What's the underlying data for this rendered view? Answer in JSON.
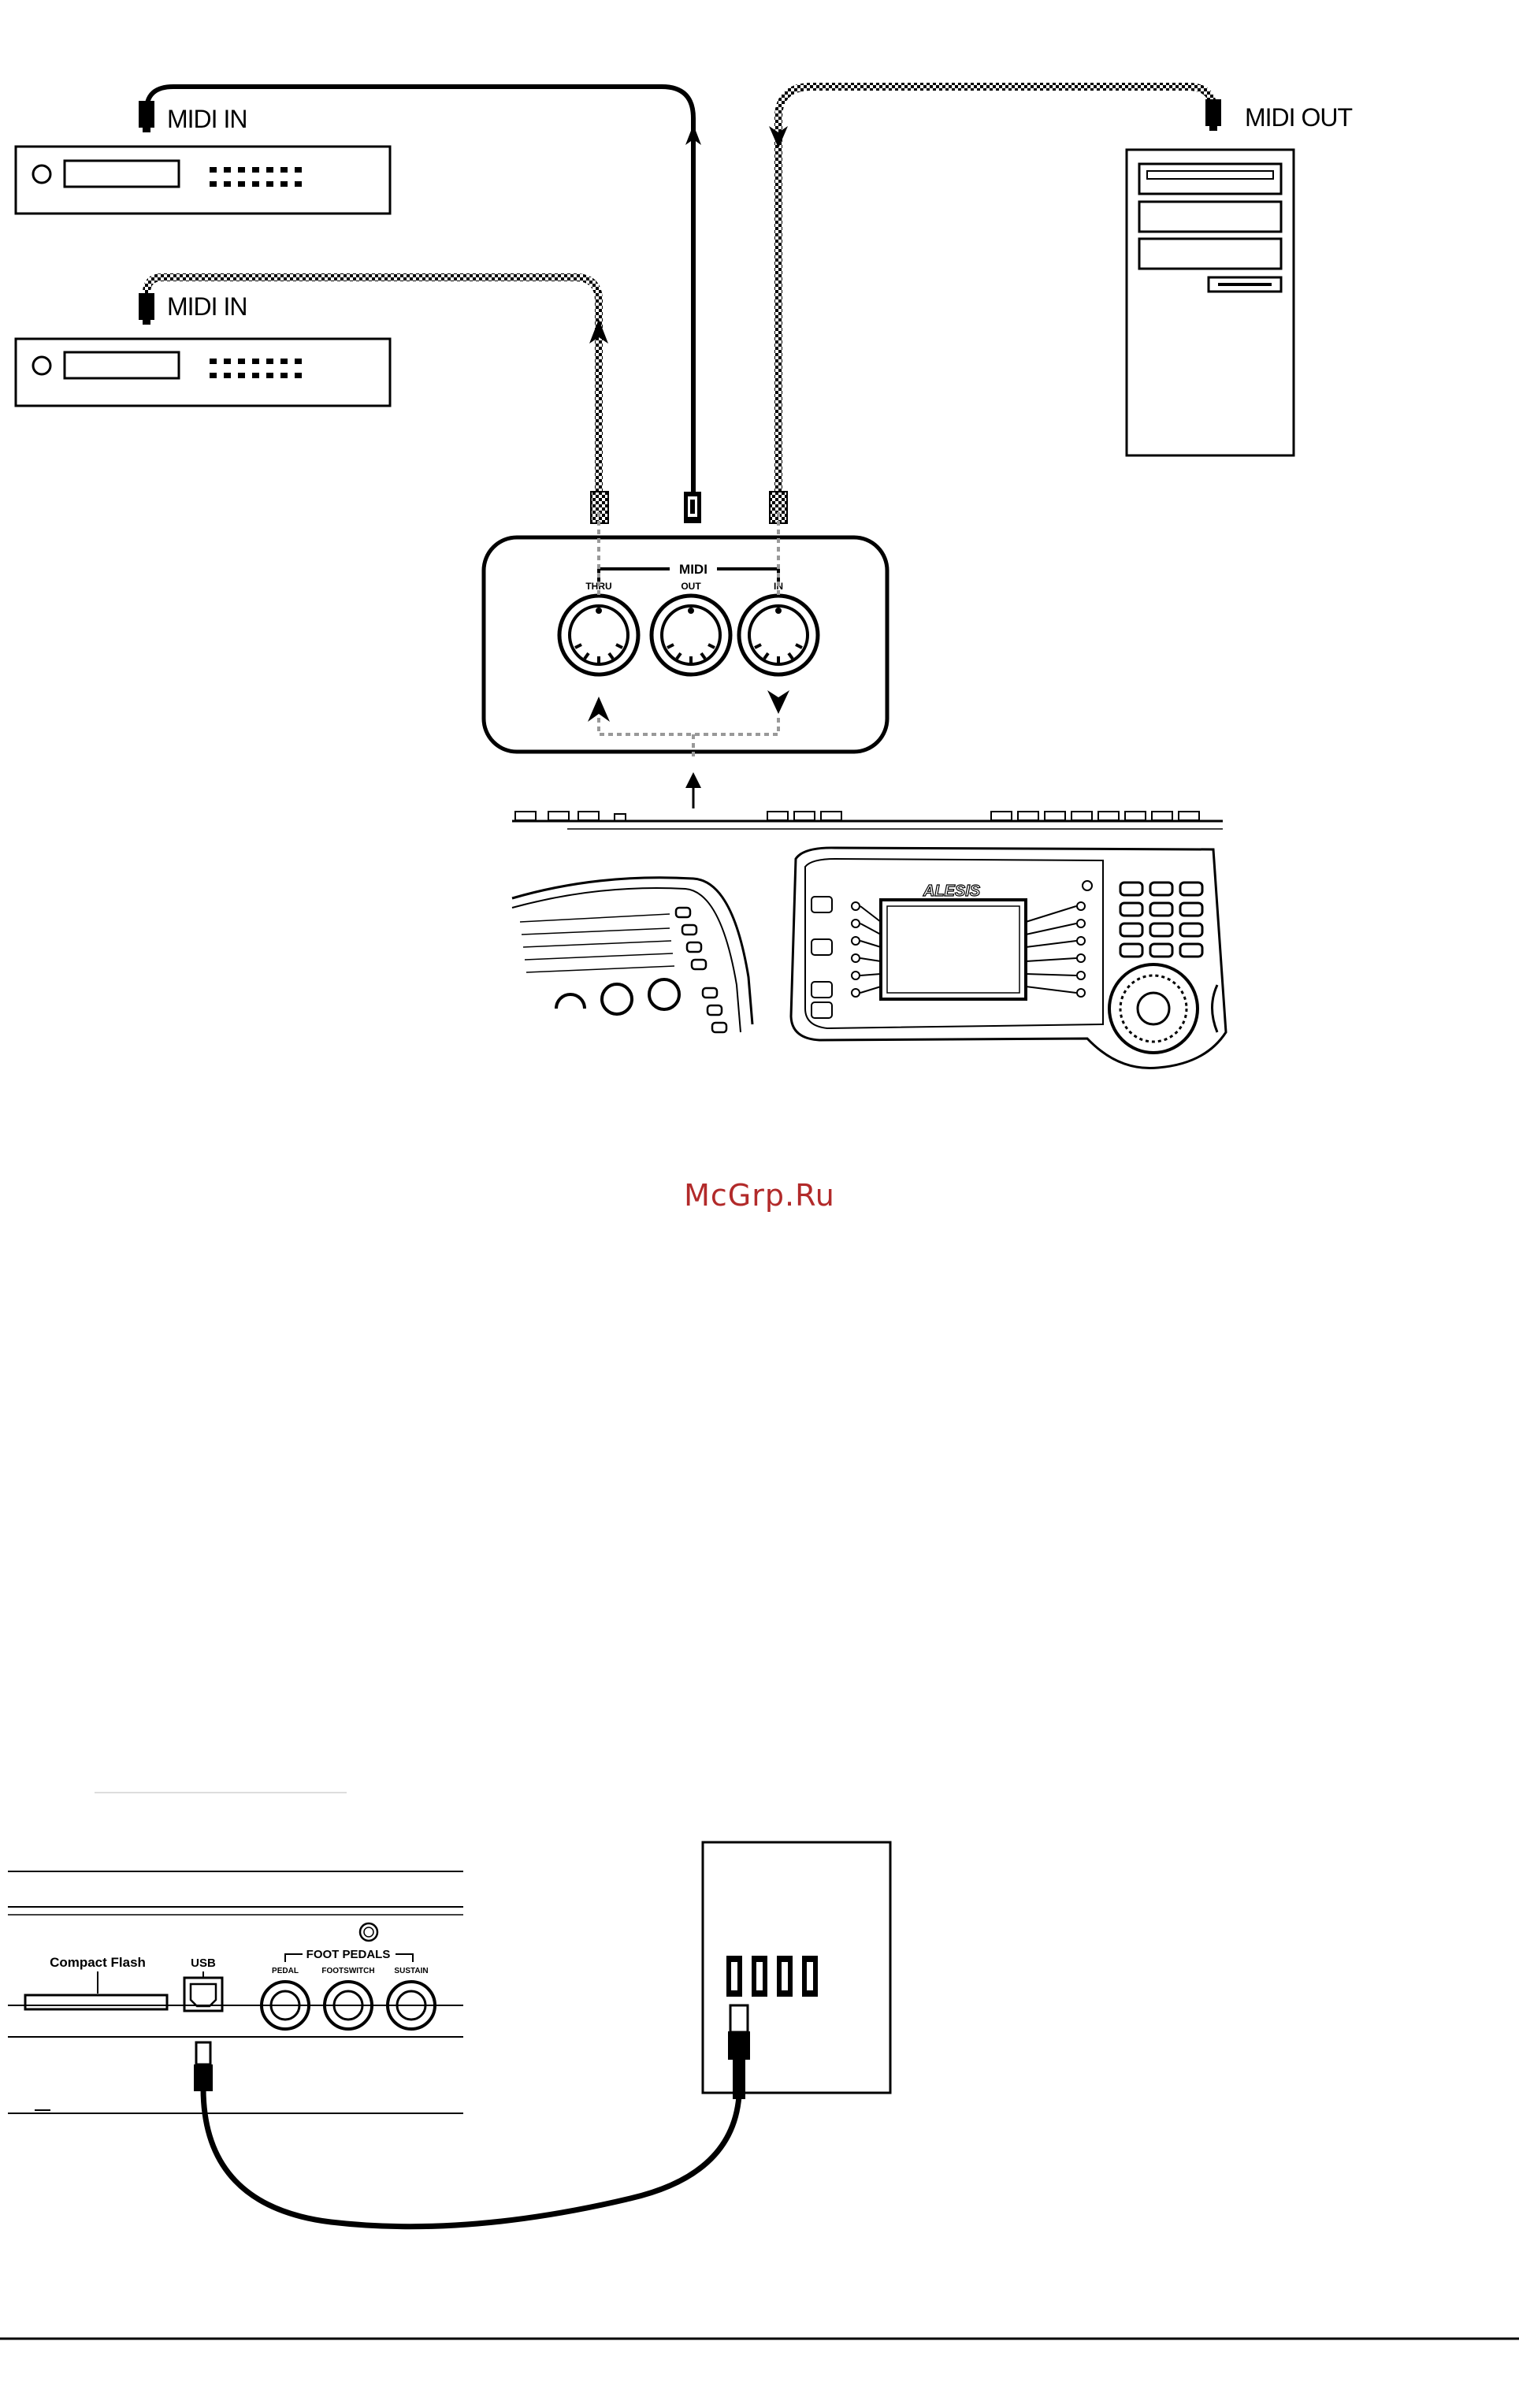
{
  "labels": {
    "midi_in_top": "MIDI IN",
    "midi_in_mid": "MIDI IN",
    "midi_out": "MIDI OUT",
    "midi_panel_title": "MIDI",
    "port_thru": "THRU",
    "port_out": "OUT",
    "port_in": "IN",
    "brand": "ALESIS",
    "compact_flash": "Compact Flash",
    "usb": "USB",
    "foot_pedals": "FOOT PEDALS",
    "pedal": "PEDAL",
    "footswitch": "FOOTSWITCH",
    "sustain": "SUSTAIN"
  },
  "watermark": "McGrp.Ru",
  "colors": {
    "line": "#000000",
    "watermark": "#b22a2a",
    "dotted": "#999999"
  }
}
